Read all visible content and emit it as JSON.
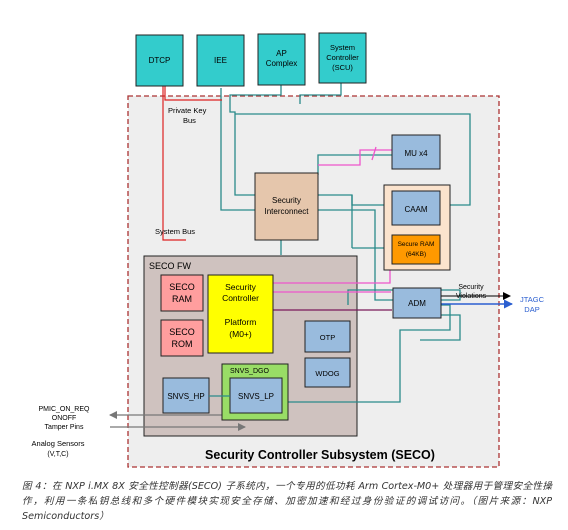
{
  "blocks": {
    "dtcp": "DTCP",
    "iee": "IEE",
    "ap_complex": [
      "AP",
      "Complex"
    ],
    "scu": [
      "System",
      "Controller",
      "(SCU)"
    ],
    "mu": "MU x4",
    "security_interconnect": [
      "Security",
      "Interconnect"
    ],
    "caam": "CAAM",
    "secure_ram": [
      "Secure RAM",
      "(64KB)"
    ],
    "adm": "ADM",
    "seco_ram": [
      "SECO",
      "RAM"
    ],
    "seco_rom": [
      "SECO",
      "ROM"
    ],
    "security_controller": [
      "Security",
      "Controller",
      "Platform",
      "(M0+)"
    ],
    "otp": "OTP",
    "wdog": "WDOG",
    "snvs_hp": "SNVS_HP",
    "snvs_lp": "SNVS_LP"
  },
  "labels": {
    "private_key_bus": [
      "Private Key",
      "Bus"
    ],
    "system_bus": "System Bus",
    "seco_fw": "SECO FW",
    "snvs_dgo": "SNVS_DGO",
    "security_violations": [
      "Security",
      "Violations"
    ],
    "jtag": [
      "JTAGC",
      "DAP"
    ],
    "pmic": [
      "PMIC_ON_REQ",
      "ONOFF",
      "Tamper Pins"
    ],
    "analog": [
      "Analog Sensors",
      "(V,T,C)"
    ],
    "subsystem_title": "Security Controller Subsystem (SECO)"
  },
  "caption": "图 4：在 NXP i.MX 8X 安全性控制器(SECO) 子系统内，一个专用的低功耗 Arm Cortex-M0+ 处理器用于管理安全性操作，利用一条私钥总线和多个硬件模块实现安全存储、加密加速和经过身份验证的调试访问。（图片来源：NXP Semiconductors）",
  "colors": {
    "top_block": "#33cccc",
    "blue_block": "#99bbdd",
    "interconnect": "#e5c6ac",
    "secure_ram": "#ff9900",
    "fw_region": "#cfc2bf",
    "seco_red": "#ff9e9e",
    "controller": "#ffff00",
    "snvs_dgo": "#99dd66",
    "teal_line": "#2a8a8a",
    "pink_line": "#ee55cc",
    "red_line": "#dd2222",
    "purple_line": "#7a1a5a",
    "blue_line": "#2b5fd0"
  }
}
